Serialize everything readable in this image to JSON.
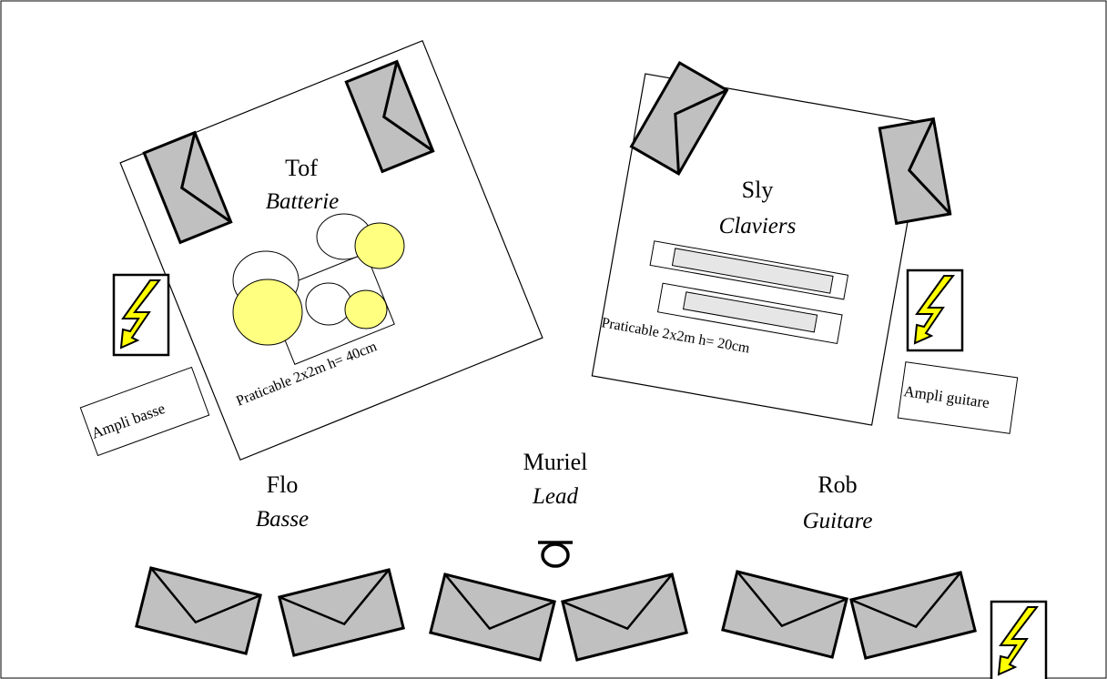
{
  "drummer": {
    "name": "Tof",
    "role": "Batterie"
  },
  "keyboardist": {
    "name": "Sly",
    "role": "Claviers"
  },
  "bassist": {
    "name": "Flo",
    "role": "Basse"
  },
  "singer": {
    "name": "Muriel",
    "role": "Lead"
  },
  "guitarist": {
    "name": "Rob",
    "role": "Guitare"
  },
  "riser_drums": {
    "label": "Praticable 2x2m h= 40cm"
  },
  "riser_keys": {
    "label": "Praticable 2x2m h= 20cm"
  },
  "amps": {
    "bass": "Ampli basse",
    "guitar": "Ampli guitare"
  },
  "colors": {
    "monitor_fill": "#c0c0c0",
    "cymbal_fill": "#ffff80",
    "keyboard_fill": "#e6e6e6",
    "power_fill": "#ffff00"
  },
  "icons": [
    "stage-monitor-icon",
    "power-outlet-icon",
    "microphone-icon",
    "drum-icon",
    "cymbal-icon",
    "keyboard-icon"
  ]
}
